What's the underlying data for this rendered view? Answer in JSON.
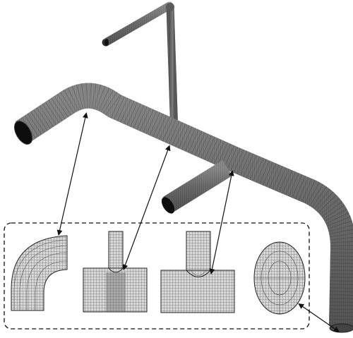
{
  "figure": {
    "background": "#ffffff",
    "mesh_color": "#4a4a4a",
    "line_color": "#111111",
    "components": [
      {
        "id": "main-pipe",
        "icon": "pipe-mesh"
      },
      {
        "id": "elbow",
        "icon": "elbow-mesh"
      },
      {
        "id": "small-tee",
        "icon": "tee-mesh"
      },
      {
        "id": "large-tee",
        "icon": "tee-mesh"
      },
      {
        "id": "cross-section",
        "icon": "circular-face-mesh"
      }
    ]
  }
}
